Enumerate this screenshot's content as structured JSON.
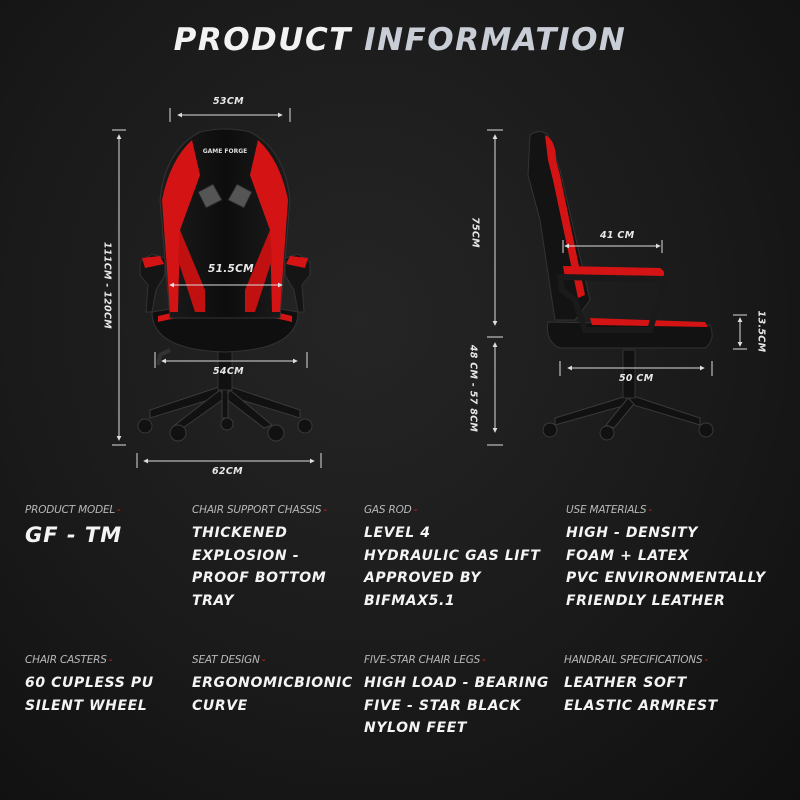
{
  "title": {
    "part1": "PRODUCT",
    "part2": " INFORMATION"
  },
  "colors": {
    "background": "#1a1a1a",
    "accent_red": "#e21b1b",
    "text": "#f4f4f4",
    "label": "#b8b8b8"
  },
  "front_view": {
    "logo": "GAME FORGE",
    "dimensions": {
      "headrest_width": "53CM",
      "total_height": "111CM - 120CM",
      "backrest_width": "51.5CM",
      "seat_width": "54CM",
      "base_width": "62CM"
    }
  },
  "side_view": {
    "dimensions": {
      "backrest_height": "75CM",
      "seat_height": "48 CM - 57 8CM",
      "armrest_length": "41 CM",
      "armrest_height": "13.5CM",
      "seat_depth": "50 CM"
    }
  },
  "specs": [
    {
      "label": "PRODUCT MODEL",
      "lines": [
        "GF - TM"
      ]
    },
    {
      "label": "CHAIR SUPPORT CHASSIS",
      "lines": [
        "THICKENED",
        "EXPLOSION -",
        "PROOF BOTTOM",
        "TRAY"
      ]
    },
    {
      "label": "GAS ROD",
      "lines": [
        "LEVEL 4",
        "HYDRAULIC GAS LIFT",
        "APPROVED BY",
        "BIFMAX5.1"
      ]
    },
    {
      "label": "USE MATERIALS",
      "lines": [
        "HIGH - DENSITY",
        "FOAM  +  LATEX",
        "PVC ENVIRONMENTALLY",
        "FRIENDLY LEATHER"
      ]
    },
    {
      "label": "CHAIR CASTERS",
      "lines": [
        "60 CUPLESS PU",
        "SILENT WHEEL"
      ]
    },
    {
      "label": "SEAT DESIGN",
      "lines": [
        "ERGONOMICBIONIC",
        "CURVE"
      ]
    },
    {
      "label": "FIVE-STAR CHAIR LEGS",
      "lines": [
        "HIGH LOAD - BEARING",
        "FIVE - STAR BLACK",
        "NYLON FEET"
      ]
    },
    {
      "label": "HANDRAIL SPECIFICATIONS",
      "lines": [
        "LEATHER SOFT",
        "ELASTIC ARMREST"
      ]
    }
  ]
}
